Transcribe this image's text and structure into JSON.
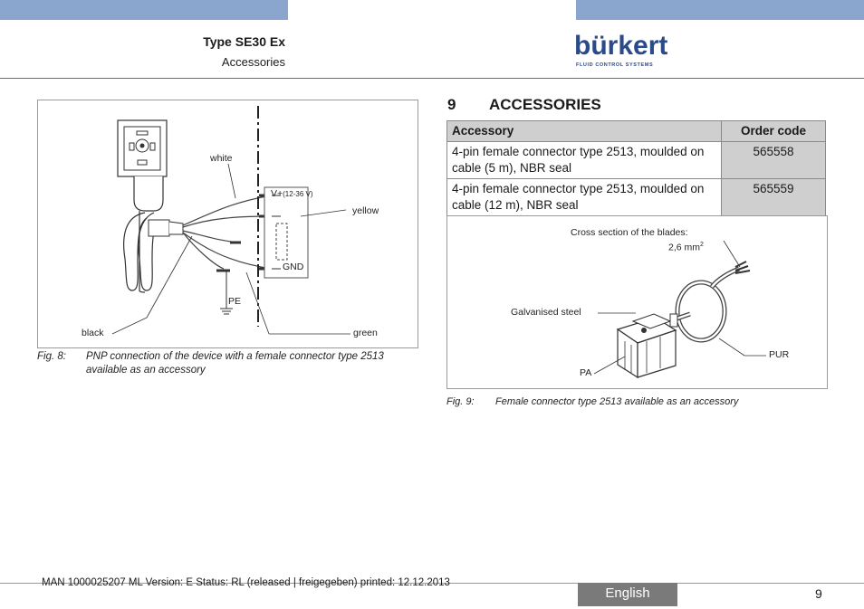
{
  "header": {
    "product_title": "Type SE30 Ex",
    "section_name": "Accessories",
    "logo_word": "bürkert",
    "logo_tagline": "FLUID CONTROL SYSTEMS"
  },
  "figure8": {
    "labels": {
      "white": "white",
      "vplus": "V+",
      "voltage": "(12-36 V)",
      "yellow": "yellow",
      "gnd": "GND",
      "pe": "PE",
      "black": "black",
      "green": "green"
    },
    "caption_num": "Fig. 8:",
    "caption_text_1": "PNP connection of the device with a female connector type 2513",
    "caption_text_2": "available as an accessory"
  },
  "section": {
    "number": "9",
    "title": "ACCESSORIES"
  },
  "table": {
    "headers": [
      "Accessory",
      "Order code"
    ],
    "rows": [
      {
        "accessory_line1": "4-pin female connector type 2513, moulded on",
        "accessory_line2": "cable (5 m), NBR seal",
        "order_code": "565558"
      },
      {
        "accessory_line1": "4-pin female connector type 2513, moulded on",
        "accessory_line2": "cable (12 m), NBR seal",
        "order_code": "565559"
      }
    ]
  },
  "figure9": {
    "labels": {
      "cross_section": "Cross section of the blades:",
      "area_value": "2,6 mm",
      "area_sup": "2",
      "galvanised_steel": "Galvanised steel",
      "pur": "PUR",
      "pa": "PA"
    },
    "caption_num": "Fig. 9:",
    "caption_text": "Female connector type 2513 available as an accessory"
  },
  "footer": {
    "meta": "MAN  1000025207  ML  Version: E Status: RL (released | freigegeben)  printed: 12.12.2013",
    "language": "English",
    "page_number": "9"
  }
}
